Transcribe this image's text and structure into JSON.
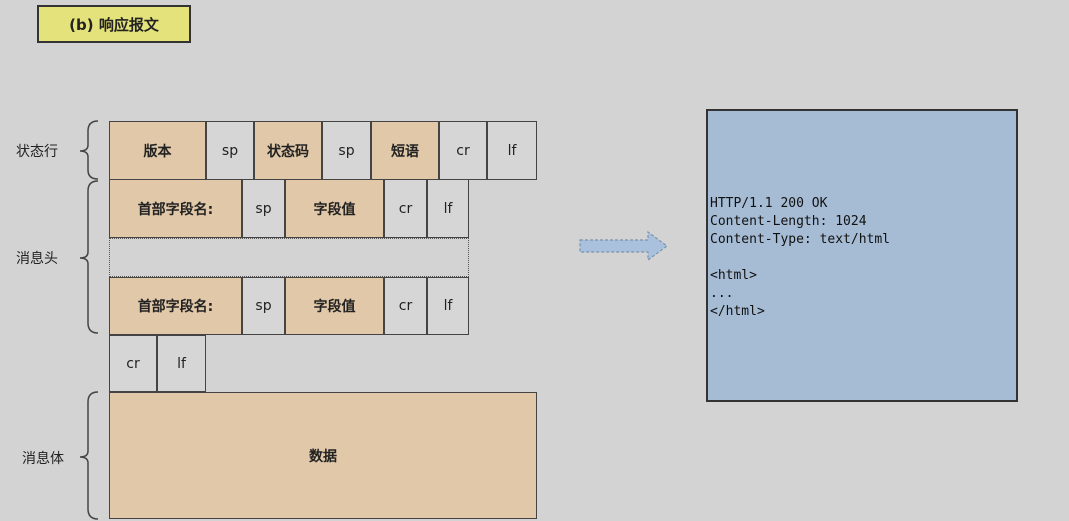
{
  "title": "(b) 响应报文",
  "labels": {
    "status_line": "状态行",
    "headers": "消息头",
    "body": "消息体"
  },
  "status_row": [
    "版本",
    "sp",
    "状态码",
    "sp",
    "短语",
    "cr",
    "lf"
  ],
  "header_row_1": [
    "首部字段名:",
    "sp",
    "字段值",
    "cr",
    "lf"
  ],
  "header_row_2": [
    "首部字段名:",
    "sp",
    "字段值",
    "cr",
    "lf"
  ],
  "crlf_row": [
    "cr",
    "lf"
  ],
  "body_cell": "数据",
  "example": [
    "HTTP/1.1 200 OK",
    "Content-Length: 1024",
    "Content-Type: text/html",
    "",
    "<html>",
    "...",
    "</html>"
  ],
  "colors": {
    "tan": "#e0c8a8",
    "gray": "#d6d6d6",
    "title_bg": "#e4e27a",
    "code_bg": "#a6bcd4",
    "arrow": "#a9c1dc"
  }
}
